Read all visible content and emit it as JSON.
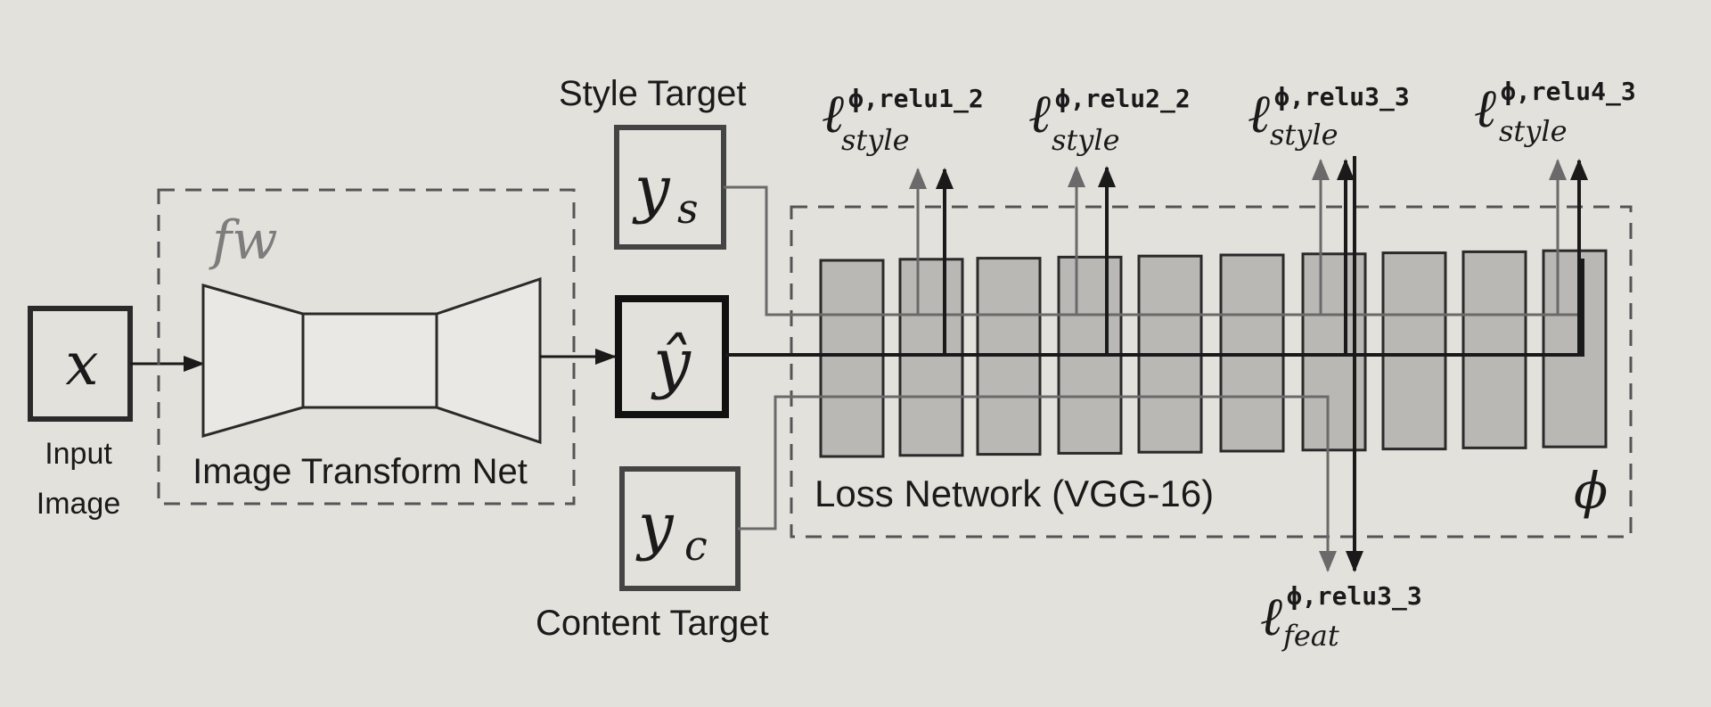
{
  "labels": {
    "style_target": "Style Target",
    "content_target": "Content Target",
    "input_image_line1": "Input",
    "input_image_line2": "Image",
    "transform_net": "Image Transform Net",
    "loss_network": "Loss Network (VGG-16)"
  },
  "math": {
    "x": "x",
    "y_hat": "ŷ",
    "y_s_base": "y",
    "y_s_sub": "s",
    "y_c_base": "y",
    "y_c_sub": "c",
    "f_w": "fw",
    "phi": "ϕ"
  },
  "losses": [
    {
      "sup": "ϕ,relu1_2",
      "sub": "style"
    },
    {
      "sup": "ϕ,relu2_2",
      "sub": "style"
    },
    {
      "sup": "ϕ,relu3_3",
      "sub": "style"
    },
    {
      "sup": "ϕ,relu4_3",
      "sub": "style"
    },
    {
      "sup": "ϕ,relu3_3",
      "sub": "feat"
    }
  ],
  "loss_symbol": "ℓ",
  "colors": {
    "background": "#e3e1dc",
    "ink": "#1a1a1a",
    "block_fill": "#b9b8b5",
    "dash": "#555555",
    "gray_arrow": "#6a6a6a"
  }
}
